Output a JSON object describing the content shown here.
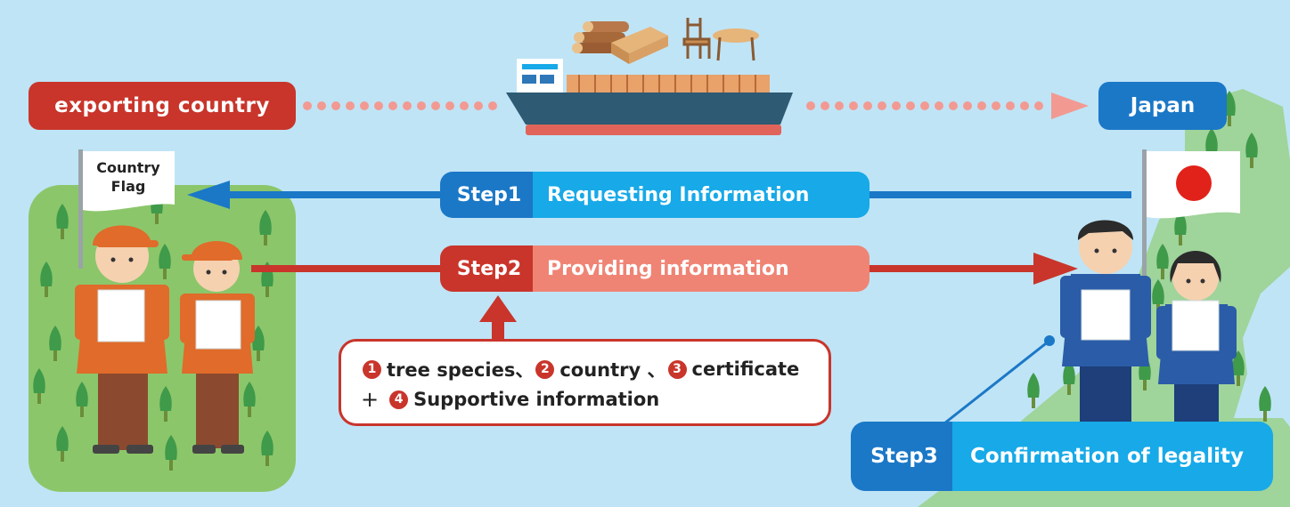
{
  "diagram": {
    "exporting_label": "exporting country",
    "japan_label": "Japan",
    "flag_label_line1": "Country",
    "flag_label_line2": "Flag",
    "steps": [
      {
        "number": "Step1",
        "label": "Requesting Information"
      },
      {
        "number": "Step2",
        "label": "Providing information"
      },
      {
        "number": "Step3",
        "label": "Confirmation of legality"
      }
    ],
    "info": {
      "n1": "1",
      "item1": "tree species、",
      "n2": "2",
      "item2": "country 、",
      "n3": "3",
      "item3": "certificate",
      "plus": "+",
      "n4": "4",
      "item4": "Supportive information"
    }
  },
  "colors": {
    "sky": "#bfe4f6",
    "export_red": "#c9352b",
    "japan_blue": "#1b78c7",
    "step_light_blue": "#17a9e8",
    "step_light_red": "#ef8475",
    "forest_green": "#8cc66a",
    "japan_land": "#9fd49b"
  },
  "icons": [
    "cargo-ship-icon",
    "log-pile-icon",
    "lumber-icon",
    "chair-icon",
    "table-icon",
    "tree-icon",
    "flag-icon",
    "japan-flag-icon",
    "worker-icon",
    "official-icon"
  ]
}
